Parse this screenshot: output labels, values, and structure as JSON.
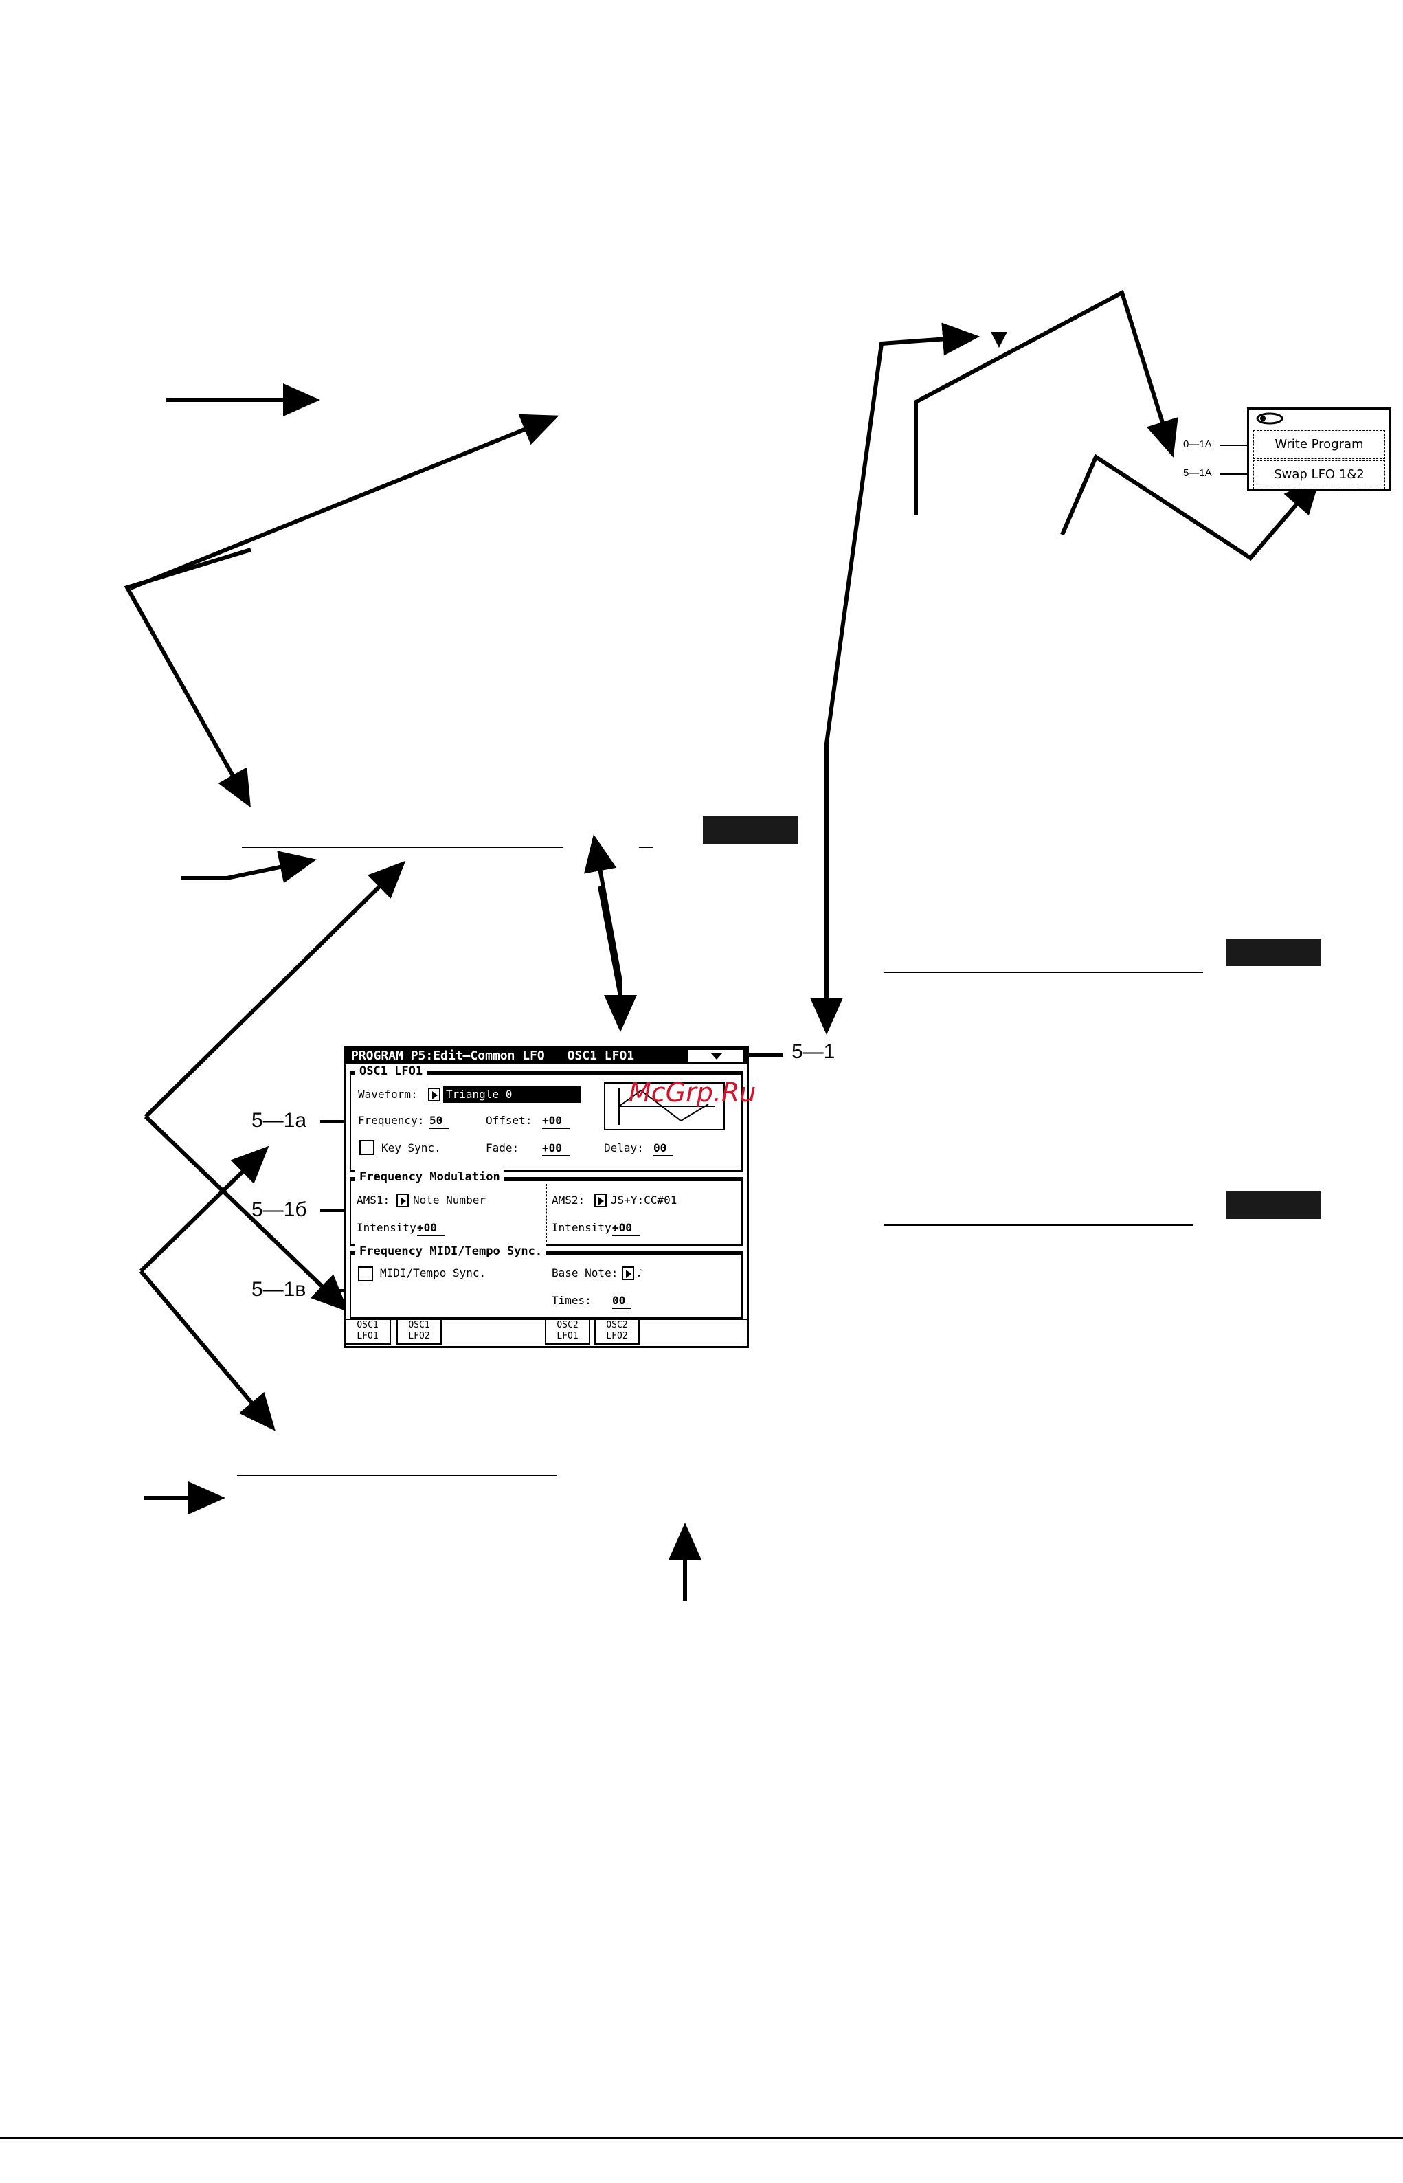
{
  "screen": {
    "title": "PROGRAM P5:Edit–Common LFO",
    "page_tab": "OSC1 LFO1",
    "osc_section": {
      "title": "OSC1 LFO1",
      "waveform_label": "Waveform:",
      "waveform_value": "Triangle 0",
      "frequency_label": "Frequency:",
      "frequency_value": "50",
      "offset_label": "Offset:",
      "offset_value": "+00",
      "keysync_label": "Key Sync.",
      "fade_label": "Fade:",
      "fade_value": "+00",
      "delay_label": "Delay:",
      "delay_value": "00"
    },
    "fm_section": {
      "title": "Frequency Modulation",
      "ams1_label": "AMS1:",
      "ams1_value": "Note Number",
      "ams2_label": "AMS2:",
      "ams2_value": "JS+Y:CC#01",
      "intensity1_label": "Intensity:",
      "intensity1_value": "+00",
      "intensity2_label": "Intensity:",
      "intensity2_value": "+00"
    },
    "sync_section": {
      "title": "Frequency MIDI/Tempo Sync.",
      "midi_label": "MIDI/Tempo Sync.",
      "basenote_label": "Base Note:",
      "basenote_value": "♪",
      "times_label": "Times:",
      "times_value": "00"
    },
    "tabs": [
      {
        "l1": "OSC1",
        "l2": "LFO1"
      },
      {
        "l1": "OSC1",
        "l2": "LFO2"
      },
      {
        "l1": "OSC2",
        "l2": "LFO1"
      },
      {
        "l1": "OSC2",
        "l2": "LFO2"
      }
    ]
  },
  "callouts": {
    "c51": "5—1",
    "c51a": "5—1a",
    "c51b": "5—1б",
    "c51v": "5—1в"
  },
  "page_menu": {
    "items": [
      {
        "ref": "0—1A",
        "label": "Write Program"
      },
      {
        "ref": "5—1A",
        "label": "Swap LFO 1&2"
      }
    ]
  },
  "watermark": "McGrp.Ru"
}
